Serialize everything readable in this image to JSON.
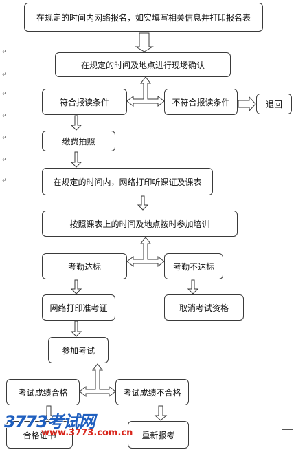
{
  "steps": {
    "register_online": "在规定的时间内网络报名，如实填写相关信息并打印报名表",
    "onsite_confirm": "在规定的时间及地点进行现场确认",
    "meets_conditions": "符合报读条件",
    "not_meets_conditions": "不符合报读条件",
    "refund": "退回",
    "pay_photo": "缴费拍照",
    "print_notice": "在规定的时间内，网络打印听课证及课表",
    "attend_training": "按照课表上的时间及地点按时参加培训",
    "attendance_ok": "考勤达标",
    "attendance_not_ok": "考勤不达标",
    "print_admission": "网络打印准考证",
    "cancel_eligibility": "取消考试资格",
    "take_exam": "参加考试",
    "exam_pass": "考试成绩合格",
    "exam_fail": "考试成绩不合格",
    "certificate": "合格证书",
    "retake": "重新报考"
  },
  "watermark": {
    "logo_text": "3773考试网",
    "site_text": "www.3773.com.cn"
  },
  "paragraph_mark": "↵",
  "colors": {
    "border": "#3a3a3a",
    "arrow_fill": "#ffffff",
    "logo": "#1f5fbf",
    "site": "#d9261c"
  }
}
